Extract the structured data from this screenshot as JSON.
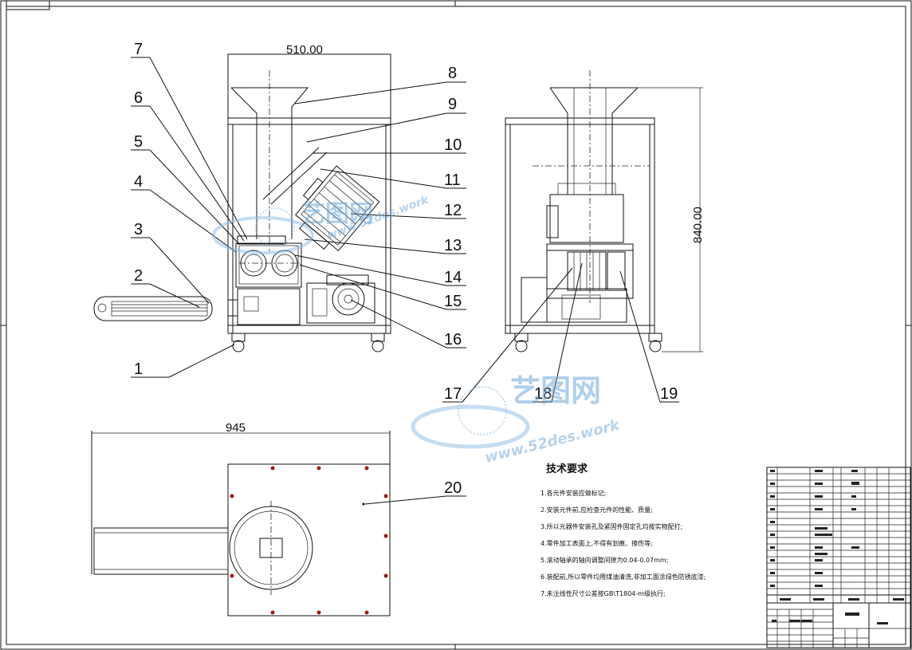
{
  "drawing": {
    "dimensions": {
      "front_width": "510.00",
      "side_height": "840.00",
      "top_length": "945"
    },
    "part_labels": [
      "1",
      "2",
      "3",
      "4",
      "5",
      "6",
      "7",
      "8",
      "9",
      "10",
      "11",
      "12",
      "13",
      "14",
      "15",
      "16",
      "17",
      "18",
      "19",
      "20"
    ],
    "technical_requirements": {
      "title": "技术要求",
      "items": [
        "1.各元件安装应做标记;",
        "2.安装元件前,应检查元件的性能、质量;",
        "3.所以元器件安装孔及紧固件固定孔均按实物配打;",
        "4.零件加工表面上,不得有划痕、擦伤等;",
        "5.滚动轴承的轴向调整间隙为0.04-0.07mm;",
        "6.装配前,所以零件均用煤油清洗,非加工面涂绿色防锈底漆;",
        "7.未注线性尺寸公差按GB\\T1804-m级执行;"
      ]
    },
    "watermark": {
      "brand": "艺图网",
      "url": "www.52des.work"
    }
  }
}
